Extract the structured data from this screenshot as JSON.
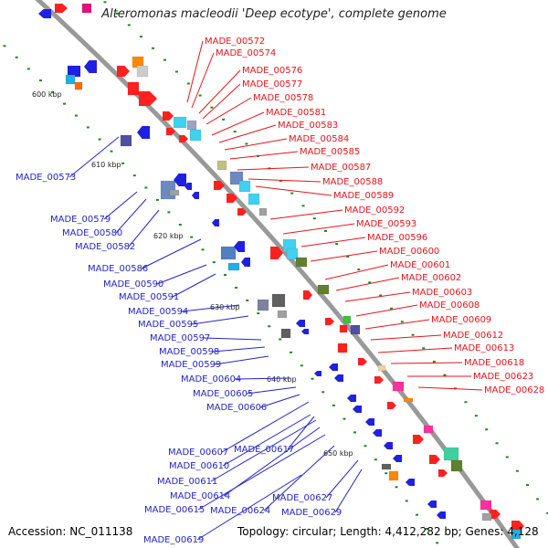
{
  "title": "Alteromonas macleodii 'Deep ecotype', complete genome",
  "footer": {
    "accession": "Accession: NC_011138",
    "info": "Topology: circular; Length: 4,412,282 bp; Genes: 4,128"
  },
  "colors": {
    "plus_strand_label": "#e8141c",
    "minus_strand_label": "#2424c8",
    "backbone": "#999999",
    "tick": "#1f8a1f"
  },
  "kbp_ticks": [
    "600 kbp",
    "610 kbp",
    "620 kbp",
    "630 kbp",
    "640 kbp",
    "650 kbp"
  ],
  "labels_right": [
    "MADE_00572",
    "MADE_00574",
    "MADE_00576",
    "MADE_00577",
    "MADE_00578",
    "MADE_00581",
    "MADE_00583",
    "MADE_00584",
    "MADE_00585",
    "MADE_00587",
    "MADE_00588",
    "MADE_00589",
    "MADE_00592",
    "MADE_00593",
    "MADE_00596",
    "MADE_00600",
    "MADE_00601",
    "MADE_00602",
    "MADE_00603",
    "MADE_00608",
    "MADE_00609",
    "MADE_00612",
    "MADE_00613",
    "MADE_00618",
    "MADE_00623",
    "MADE_00628"
  ],
  "labels_left": [
    "MADE_00573",
    "MADE_00579",
    "MADE_00580",
    "MADE_00582",
    "MADE_00586",
    "MADE_00590",
    "MADE_00591",
    "MADE_00594",
    "MADE_00595",
    "MADE_00597",
    "MADE_00598",
    "MADE_00599",
    "MADE_00604",
    "MADE_00605",
    "MADE_00606",
    "MADE_00607",
    "MADE_00617",
    "MADE_00610",
    "MADE_00611",
    "MADE_00614",
    "MADE_00615",
    "MADE_00624",
    "MADE_00627",
    "MADE_00629",
    "MADE_00619"
  ]
}
